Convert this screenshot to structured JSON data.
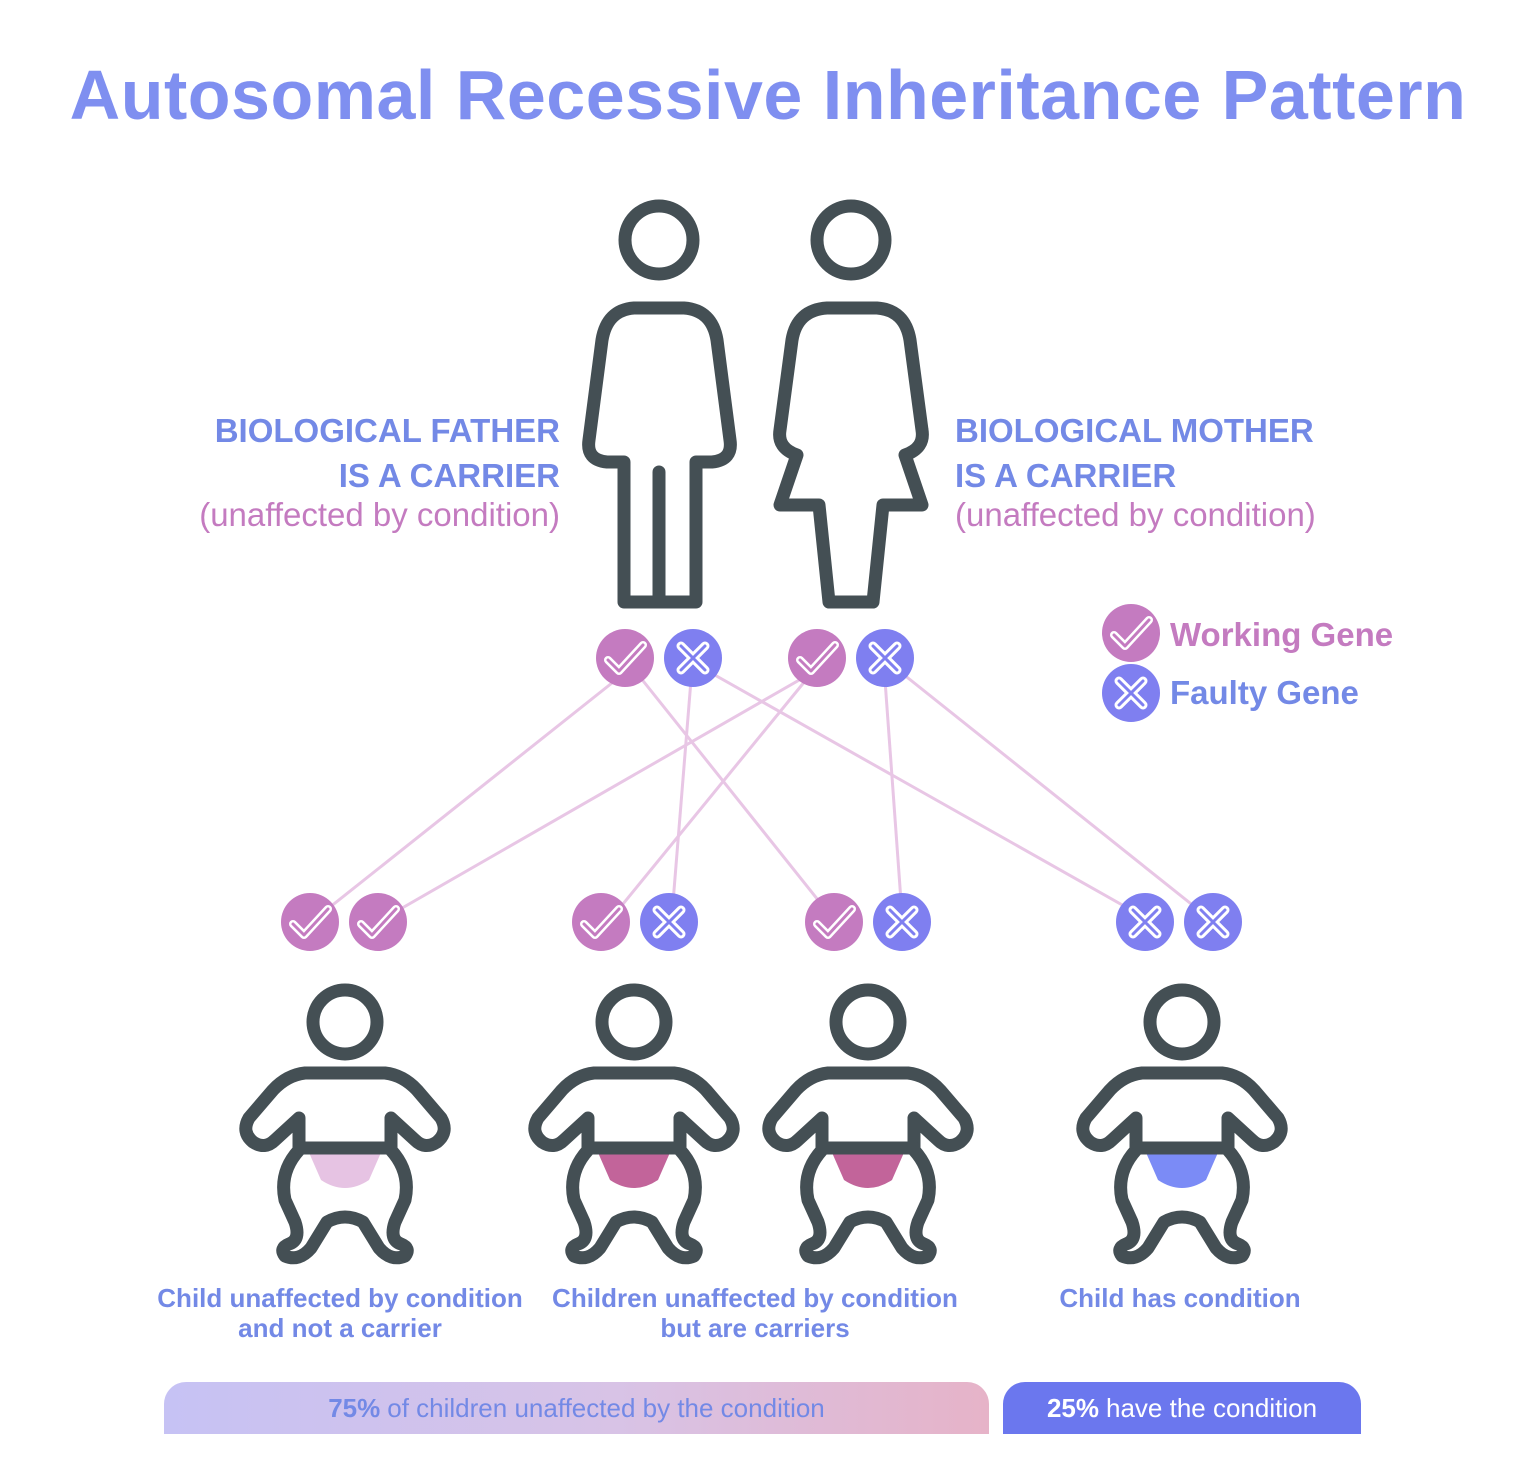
{
  "title": "Autosomal Recessive Inheritance Pattern",
  "father": {
    "line1": "BIOLOGICAL FATHER",
    "line2": "IS A CARRIER",
    "sub": "(unaffected by condition)"
  },
  "mother": {
    "line1": "BIOLOGICAL MOTHER",
    "line2": "IS A CARRIER",
    "sub": "(unaffected by condition)"
  },
  "legend": {
    "working": "Working Gene",
    "faulty": "Faulty Gene"
  },
  "captions": {
    "child1_line1": "Child unaffected by condition",
    "child1_line2": "and not a carrier",
    "children23_line1": "Children unaffected by condition",
    "children23_line2": "but are carriers",
    "child4": "Child has condition"
  },
  "bars": {
    "unaffected_pct": "75%",
    "unaffected_text": "of children unaffected by the condition",
    "condition_pct": "25%",
    "condition_text": "have the condition"
  },
  "colors": {
    "title": "#7f8ff0",
    "working_gene": "#c47bc0",
    "faulty_gene": "#7f7ff0",
    "figure_outline": "#444f54",
    "connector": "#e8c6e5",
    "diaper_non_carrier": "#e6c3e3",
    "diaper_carrier": "#c2649a",
    "diaper_affected": "#7b8bf6",
    "bar_condition": "#6b77ee"
  },
  "icons": {
    "working": "check-icon",
    "faulty": "x-icon",
    "father": "man-icon",
    "mother": "woman-icon",
    "child": "baby-icon"
  }
}
